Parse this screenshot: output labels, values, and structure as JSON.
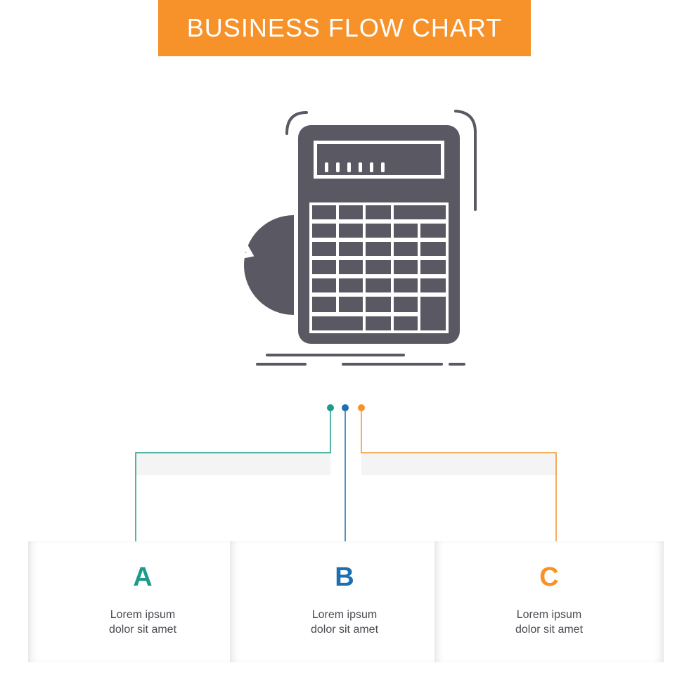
{
  "header": {
    "title": "BUSINESS FLOW CHART"
  },
  "colors": {
    "header_bg": "#f7922a",
    "icon": "#5a5963",
    "teal": "#1e9a8a",
    "blue": "#1d6fb2",
    "orange": "#f7922a"
  },
  "icon": {
    "name": "calculator-spreadsheet-pie-chart-icon"
  },
  "steps": [
    {
      "letter": "A",
      "line1": "Lorem ipsum",
      "line2": "dolor sit amet"
    },
    {
      "letter": "B",
      "line1": "Lorem ipsum",
      "line2": "dolor sit amet"
    },
    {
      "letter": "C",
      "line1": "Lorem ipsum",
      "line2": "dolor sit amet"
    }
  ]
}
